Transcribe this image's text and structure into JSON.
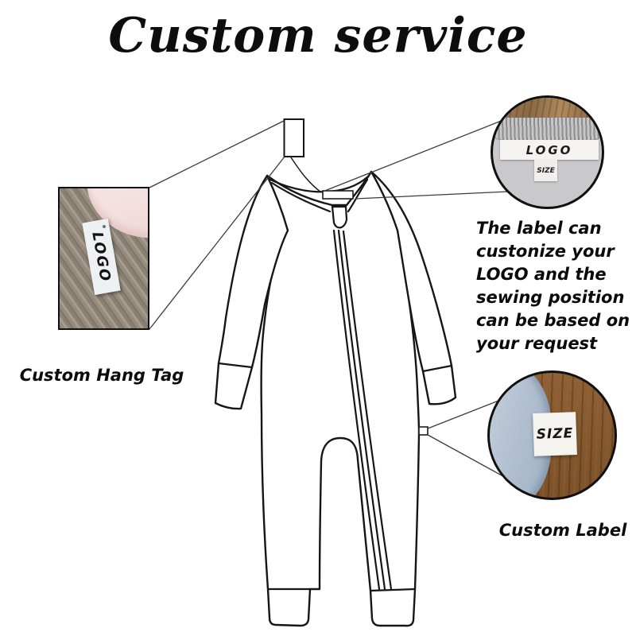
{
  "title": "Custom service",
  "hang_tag": {
    "tag_text": "LOGO",
    "caption": "Custom Hang Tag"
  },
  "neck_label": {
    "logo_text": "LOGO",
    "size_text": "SIZE",
    "description_lines": [
      "The label can",
      "custonize your",
      "LOGO and the",
      "sewing position",
      "can be based on",
      "your request"
    ]
  },
  "side_label": {
    "size_text": "SIZE",
    "caption": "Custom Label"
  },
  "colors": {
    "ink": "#161616",
    "connector_line": "#3a3a3a",
    "wood_gray_photo": "#968c7e",
    "wood_warm_neck": "#8a6a45",
    "wood_brown_side": "#8f6136",
    "fleece_gray": "#c9c9cb",
    "fabric_blue": "#aebdce",
    "fabric_pink": "#f0d8d6",
    "label_white": "#f4f3ee"
  }
}
